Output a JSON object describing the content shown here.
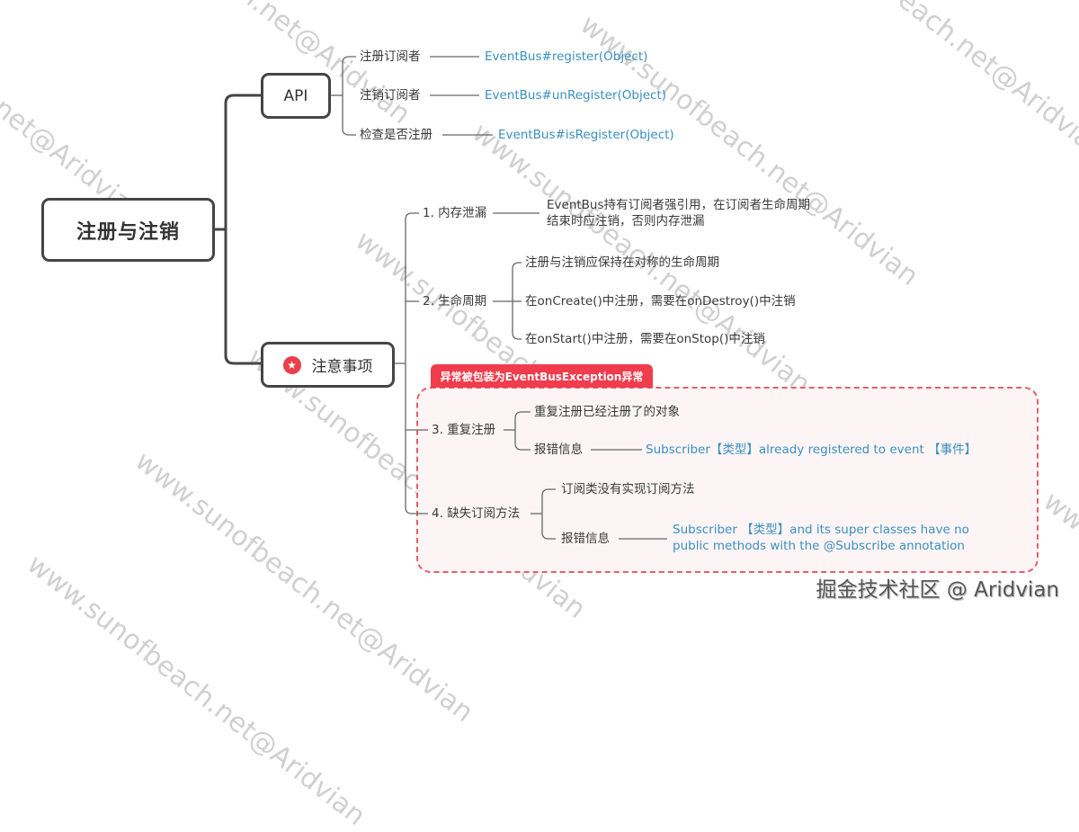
{
  "root": {
    "label": "注册与注销"
  },
  "api": {
    "label": "API",
    "items": [
      {
        "label": "注册订阅者",
        "method": "EventBus#register(Object)"
      },
      {
        "label": "注销订阅者",
        "method": "EventBus#unRegister(Object)"
      },
      {
        "label": "检查是否注册",
        "method": "EventBus#isRegister(Object)"
      }
    ]
  },
  "notes": {
    "label": "注意事项",
    "icon": "star-icon",
    "items": [
      {
        "label": "1. 内存泄漏",
        "detail": "EventBus持有订阅者强引用，在订阅者生命周期结束时应注销，否则内存泄漏"
      },
      {
        "label": "2. 生命周期",
        "children": [
          "注册与注销应保持在对称的生命周期",
          "在onCreate()中注册，需要在onDestroy()中注销",
          "在onStart()中注册，需要在onStop()中注销"
        ]
      },
      {
        "label": "3. 重复注册",
        "children": [
          {
            "label": "重复注册已经注册了的对象"
          },
          {
            "label": "报错信息",
            "message": "Subscriber【类型】already registered to event 【事件】"
          }
        ]
      },
      {
        "label": "4. 缺失订阅方法",
        "children": [
          {
            "label": "订阅类没有实现订阅方法"
          },
          {
            "label": "报错信息",
            "message": "Subscriber 【类型】and its super classes have no public methods with the @Subscribe annotation"
          }
        ]
      }
    ],
    "exception_tag": "异常被包装为EventBusException异常"
  },
  "colors": {
    "node_border": "#454545",
    "code_text": "#3a8fc0",
    "tag_bg": "#f03c4c",
    "dashed_border": "#e06070",
    "dashed_bg": "#fdf5f5"
  },
  "watermark": "www.sunofbeach.net@Aridvian",
  "footer": "掘金技术社区 @ Aridvian"
}
